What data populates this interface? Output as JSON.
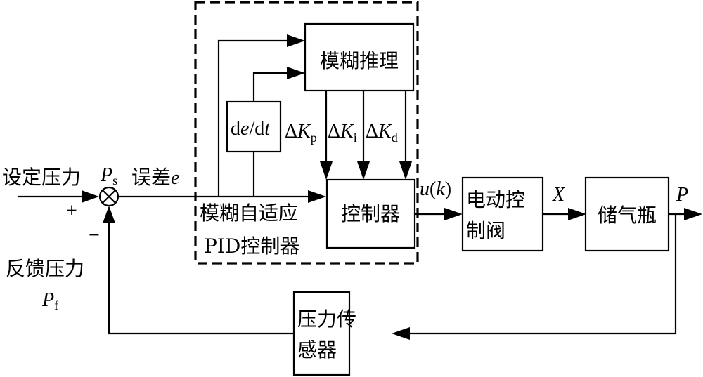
{
  "diagram": {
    "type": "block-diagram",
    "title": "Fuzzy adaptive PID pressure control loop",
    "inputs": {
      "setpoint_label": "设定压力",
      "setpoint_symbol": "P",
      "setpoint_sub": "s",
      "error_label": "误差",
      "error_symbol": "e",
      "plus_sign": "+",
      "minus_sign": "−",
      "feedback_label": "反馈压力",
      "feedback_symbol": "P",
      "feedback_sub": "f"
    },
    "fuzzy_pid_group": {
      "label_line1": "模糊自适应",
      "label_line2": "PID控制器"
    },
    "blocks": {
      "fuzzy_inference": "模糊推理",
      "derivative_d": "d",
      "derivative_e": "e",
      "derivative_slash": "/d",
      "derivative_t": "t",
      "controller": "控制器",
      "valve_line1": "电动控",
      "valve_line2": "制阀",
      "tank": "储气瓶",
      "sensor_line1": "压力传",
      "sensor_line2": "感器"
    },
    "gains": [
      {
        "delta": "Δ",
        "symbol": "K",
        "sub": "p"
      },
      {
        "delta": "Δ",
        "symbol": "K",
        "sub": "i"
      },
      {
        "delta": "Δ",
        "symbol": "K",
        "sub": "d"
      }
    ],
    "signals": {
      "control_output_u": "u",
      "control_output_paren_open": "(",
      "control_output_k": "k",
      "control_output_paren_close": ")",
      "valve_output": "X",
      "tank_output": "P"
    },
    "summing_junction": {
      "symbol": "⊗"
    },
    "connections": [
      {
        "from": "setpoint",
        "to": "summing-junction"
      },
      {
        "from": "summing-junction",
        "to": "controller",
        "signal": "e"
      },
      {
        "from": "e-branch",
        "to": "fuzzy-inference"
      },
      {
        "from": "e-branch",
        "to": "derivative"
      },
      {
        "from": "derivative",
        "to": "fuzzy-inference"
      },
      {
        "from": "fuzzy-inference",
        "to": "controller",
        "signal": "ΔKp"
      },
      {
        "from": "fuzzy-inference",
        "to": "controller",
        "signal": "ΔKi"
      },
      {
        "from": "fuzzy-inference",
        "to": "controller",
        "signal": "ΔKd"
      },
      {
        "from": "controller",
        "to": "valve",
        "signal": "u(k)"
      },
      {
        "from": "valve",
        "to": "tank",
        "signal": "X"
      },
      {
        "from": "tank",
        "to": "output",
        "signal": "P"
      },
      {
        "from": "tank-output",
        "to": "pressure-sensor"
      },
      {
        "from": "pressure-sensor",
        "to": "summing-junction",
        "signal": "Pf"
      }
    ]
  }
}
